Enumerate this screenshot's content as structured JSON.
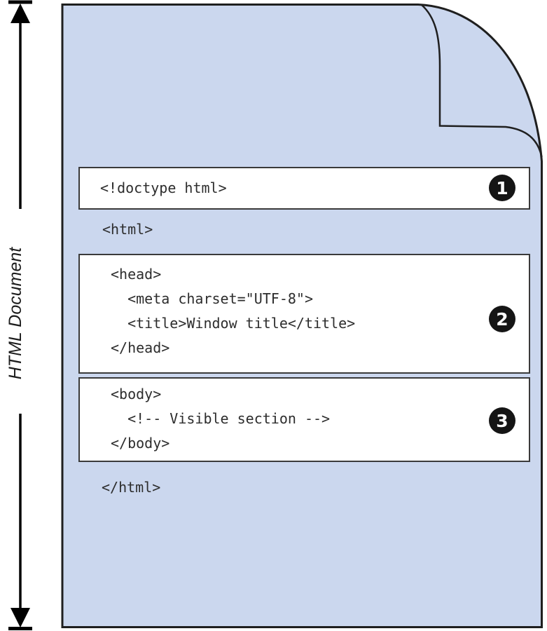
{
  "page": {
    "label": "HTML Document",
    "html_open": "<html>",
    "html_close": "</html>",
    "boxes": [
      {
        "badge": "1",
        "lines": [
          "<!doctype html>"
        ]
      },
      {
        "badge": "2",
        "lines": [
          "<head>",
          "  <meta charset=\"UTF-8\">",
          "  <title>Window title</title>",
          "</head>"
        ]
      },
      {
        "badge": "3",
        "lines": [
          "<body>",
          "  <!-- Visible section -->",
          "</body>"
        ]
      }
    ],
    "colors": {
      "page_fill": "#cbd7ee",
      "outline": "#1f1f1f",
      "box_background": "#ffffff",
      "box_border": "#3a3a3a",
      "code_text": "#2d2d2d",
      "badge_background": "#151515",
      "badge_text": "#ffffff"
    }
  }
}
